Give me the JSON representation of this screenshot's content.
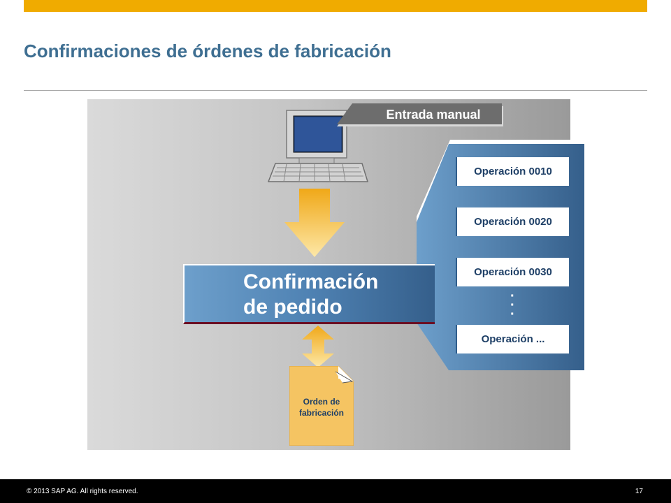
{
  "slide": {
    "title": "Confirmaciones de órdenes de fabricación"
  },
  "diagram": {
    "input_tab": "Entrada manual",
    "confirmation_box": {
      "line1": "Confirmación",
      "line2": "de pedido"
    },
    "operations": [
      "Operación 0010",
      "Operación 0020",
      "Operación 0030",
      "Operación ..."
    ],
    "document": {
      "line1": "Orden de",
      "line2": "fabricación"
    },
    "colors": {
      "accent": "#f0ab00",
      "title": "#3f6f92",
      "blue_box": "#4f82b3",
      "arrow_fill": "#f3b93a",
      "document_fill": "#f5c462"
    }
  },
  "footer": {
    "copyright": "© 2013 SAP AG. All rights reserved.",
    "page_number": "17"
  }
}
